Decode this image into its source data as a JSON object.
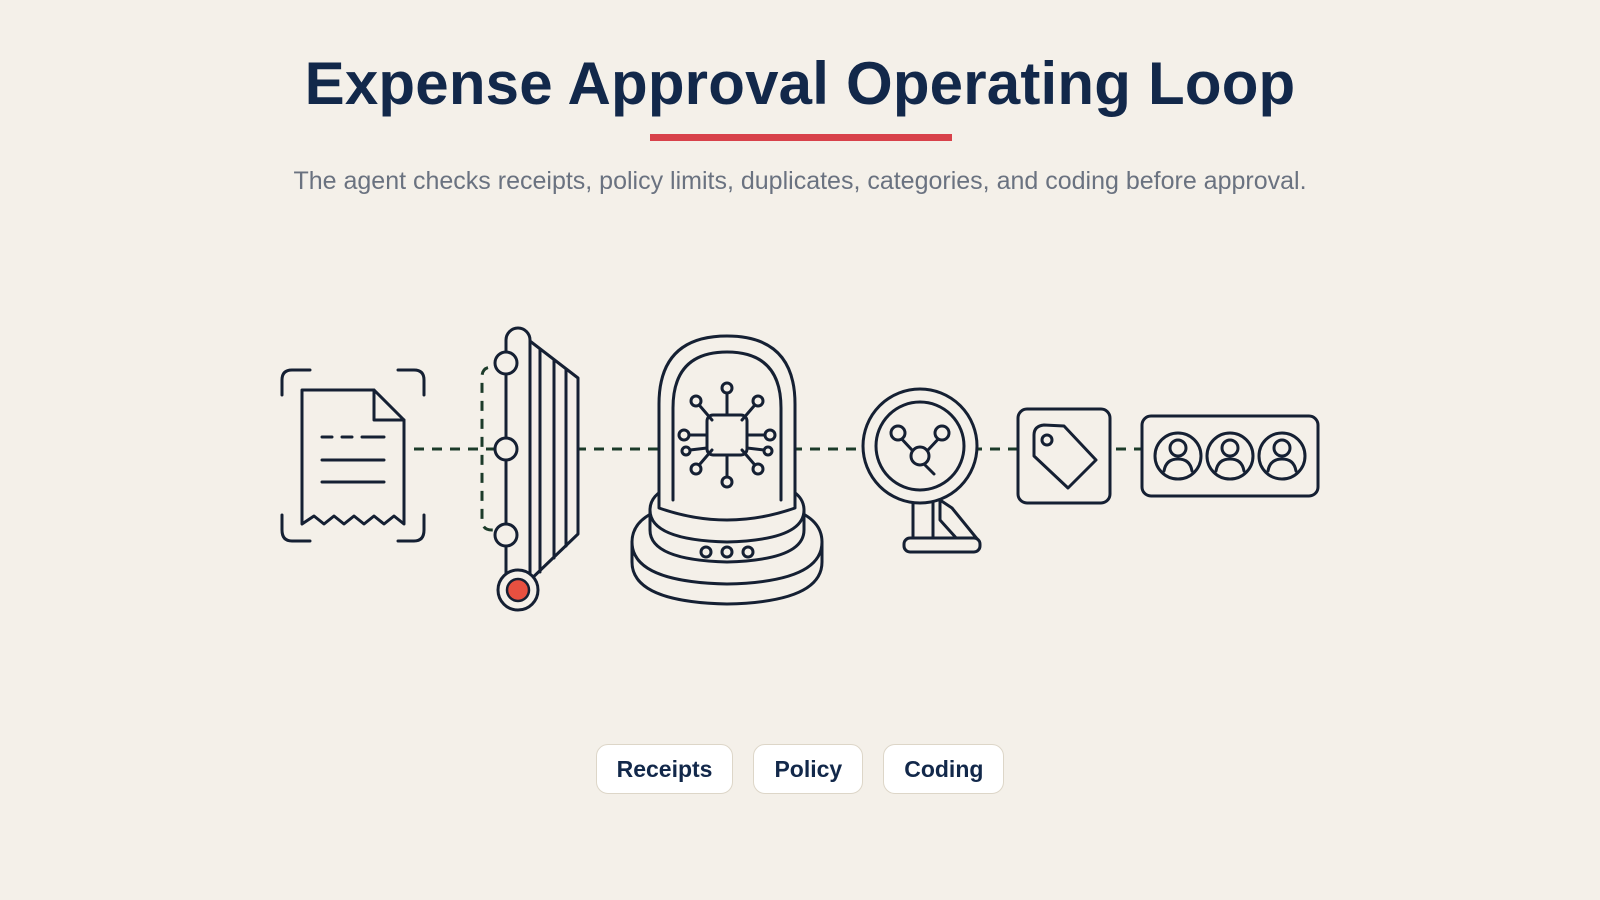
{
  "header": {
    "title": "Expense Approval Operating Loop",
    "subtitle": "The agent checks receipts, policy limits, duplicates, categories, and coding before approval."
  },
  "diagram": {
    "steps": [
      {
        "icon": "receipt-scan-icon"
      },
      {
        "icon": "policy-gate-icon"
      },
      {
        "icon": "agent-chip-dome-icon"
      },
      {
        "icon": "duplicate-magnifier-icon"
      },
      {
        "icon": "category-tag-icon"
      },
      {
        "icon": "approver-group-icon"
      }
    ]
  },
  "tags": [
    {
      "label": "Receipts"
    },
    {
      "label": "Policy"
    },
    {
      "label": "Coding"
    }
  ],
  "colors": {
    "background": "#f4f0e9",
    "title": "#12284a",
    "accent_underline": "#d8414a",
    "subtitle": "#6a7280",
    "line": "#152033",
    "connector": "#1c3b2a",
    "alert_dot": "#e85040"
  }
}
